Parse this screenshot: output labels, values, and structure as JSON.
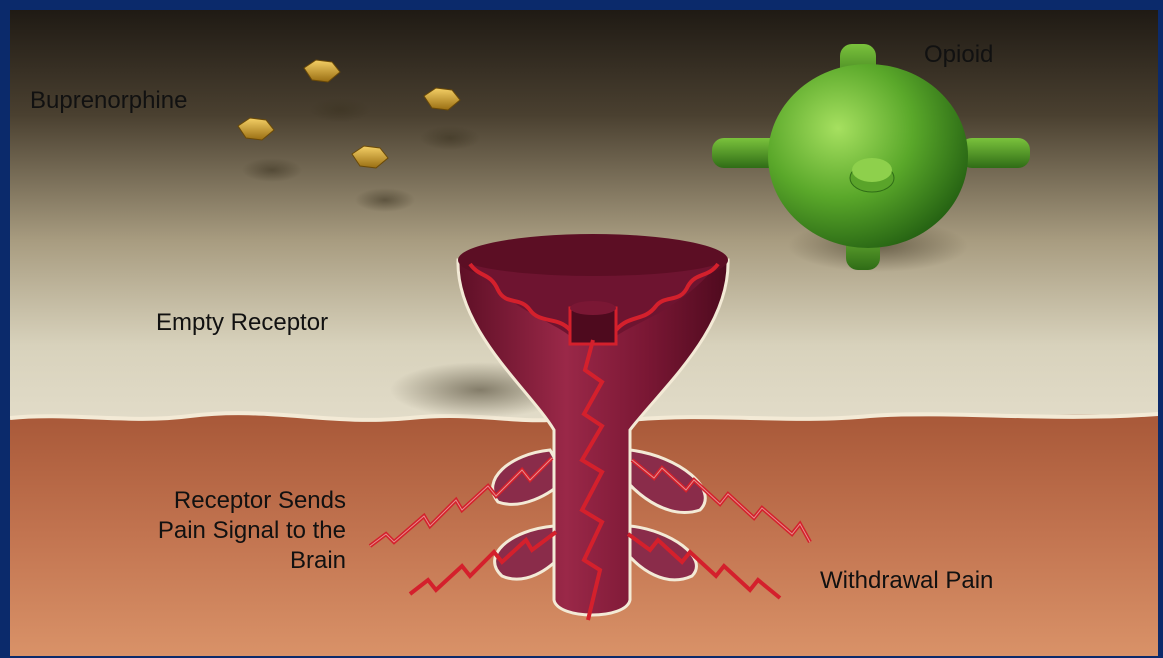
{
  "labels": {
    "buprenorphine": "Buprenorphine",
    "opioid": "Opioid",
    "empty_receptor": "Empty Receptor",
    "receptor_sends": [
      "Receptor Sends",
      "Pain Signal to the",
      "Brain"
    ],
    "withdrawal_pain": "Withdrawal Pain"
  },
  "colors": {
    "frame": "#0b2a6b",
    "sky_top": "#2a231a",
    "sky_mid": "#8c8066",
    "sky_low": "#ddd7c3",
    "tissue_top": "#b0603e",
    "tissue_bottom": "#d28a60",
    "receptor": "#7a1734",
    "receptor_light": "#a02a4c",
    "pain_signal": "#d4202c",
    "opioid": "#4c9a24",
    "opioid_light": "#8ad04a",
    "buprenorphine": "#d8a428"
  },
  "icons": {
    "buprenorphine_molecule": "hexagon-molecule-icon",
    "opioid_molecule": "spiked-sphere-icon",
    "receptor": "funnel-receptor-icon",
    "pain_signal": "lightning-bolt-icon"
  }
}
